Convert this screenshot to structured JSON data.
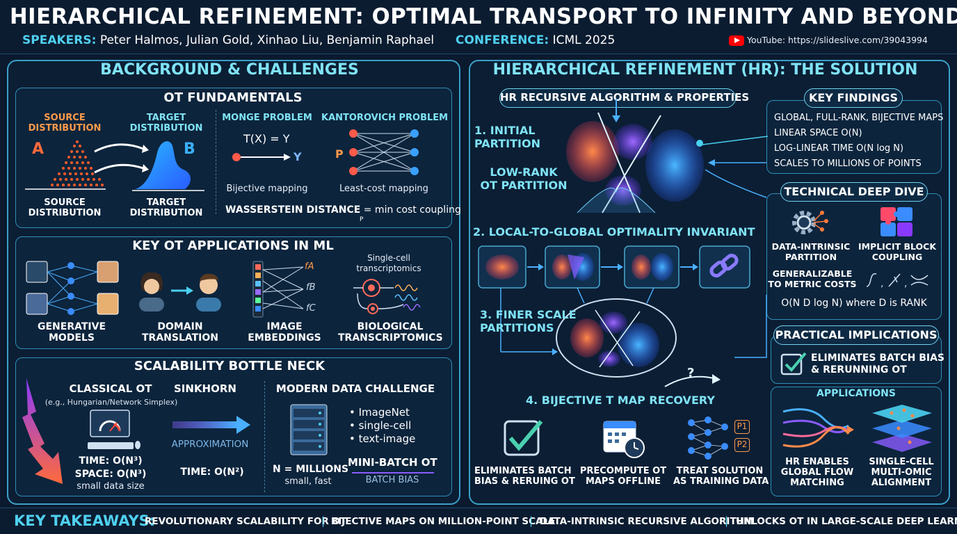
{
  "header": {
    "title": "HIERARCHICAL REFINEMENT: OPTIMAL TRANSPORT TO INFINITY AND BEYOND",
    "speakers_label": "SPEAKERS:",
    "speakers": "Peter Halmos, Julian Gold, Xinhao Liu, Benjamin Raphael",
    "conference_label": "CONFERENCE:",
    "conference": "ICML 2025",
    "youtube": "YouTube: https://slideslive.com/39043994"
  },
  "left": {
    "title": "BACKGROUND & CHALLENGES",
    "ot": {
      "title": "OT FUNDAMENTALS",
      "source_top": "SOURCE\nDISTRIBUTION",
      "target_top": "TARGET\nDISTRIBUTION",
      "source_bottom": "SOURCE\nDISTRIBUTION",
      "target_bottom": "TARGET\nDISTRIBUTION",
      "a": "A",
      "b": "B",
      "monge_title": "MONGE PROBLEM",
      "monge_eq": "T(X) = Y",
      "monge_y": "Y",
      "monge_caption": "Bijective mapping",
      "kant_title": "KANTOROVICH PROBLEM",
      "kant_p": "P",
      "kant_caption": "Least-cost mapping",
      "wasserstein_label": "WASSERSTEIN DISTANCE",
      "wasserstein_eq": "= min cost coupling",
      "wasserstein_sub": "P"
    },
    "apps": {
      "title": "KEY OT APPLICATIONS IN ML",
      "generative": "GENERATIVE\nMODELS",
      "domain": "DOMAIN\nTRANSLATION",
      "image": "IMAGE\nEMBEDDINGS",
      "bio": "BIOLOGICAL\nTRANSCRIPTOMICS",
      "singlecell": "Single-cell\ntranscriptomics",
      "fa": "fA",
      "fb": "fB",
      "fc": "fC"
    },
    "scal": {
      "title": "SCALABILITY BOTTLE NECK",
      "classical": "CLASSICAL OT",
      "classical_sub": "(e.g., Hungarian/Network Simplex)",
      "classical_time": "TIME: O(N³)",
      "classical_space": "SPACE: O(N³)",
      "classical_size": "small data size",
      "sinkhorn": "SINKHORN",
      "approx": "APPROXIMATION",
      "sinkhorn_time": "TIME: O(N²)",
      "modern": "MODERN DATA CHALLENGE",
      "bullets": [
        "• ImageNet",
        "• single-cell",
        "• text-image"
      ],
      "n": "N = MILLIONS",
      "n_sub": "small, fast",
      "minibatch": "MINI-BATCH OT",
      "batchbias": "BATCH BIAS"
    }
  },
  "right": {
    "title": "HIERARCHICAL REFINEMENT (HR): THE SOLUTION",
    "algo_title": "HR RECURSIVE ALGORITHM & PROPERTIES",
    "step1": "1. INITIAL\nPARTITION",
    "lowrank": "LOW-RANK\nOT PARTITION",
    "step2": "2. LOCAL-TO-GLOBAL OPTIMALITY INVARIANT",
    "step3": "3. FINER SCALE\nPARTITIONS",
    "step4": "4. BIJECTIVE T MAP RECOVERY",
    "question": "?",
    "bottom_icons": [
      "ELIMINATES BATCH\nBIAS & RERUING OT",
      "PRECOMPUTE OT\nMAPS OFFLINE",
      "TREAT SOLUTION\nAS TRAINING DATA"
    ],
    "p1": "P1",
    "p2": "P2",
    "findings": {
      "title": "KEY FINDINGS",
      "items": [
        "GLOBAL, FULL-RANK, BIJECTIVE MAPS",
        "LINEAR SPACE O(N)",
        "LOG-LINEAR TIME O(N log N)",
        "SCALES TO MILLIONS OF POINTS"
      ]
    },
    "deep": {
      "title": "TECHNICAL DEEP DIVE",
      "data_intrinsic": "DATA-INTRINSIC\nPARTITION",
      "implicit": "IMPLICIT BLOCK\nCOUPLING",
      "generalizable": "GENERALIZABLE\nTO METRIC COSTS",
      "complexity": "O(N D log N) where D is RANK"
    },
    "practical": {
      "title": "PRACTICAL IMPLICATIONS",
      "check_text": "ELIMINATES BATCH BIAS\n& RERUNNING OT",
      "applications": "APPLICATIONS",
      "flow": "HR ENABLES\nGLOBAL FLOW\nMATCHING",
      "omic": "SINGLE-CELL\nMULTI-OMIC\nALIGNMENT"
    }
  },
  "footer": {
    "label": "KEY TAKEAWAYS:",
    "items": [
      "REVOLUTIONARY SCALABILITY FOR OT",
      "BIJECTIVE MAPS ON MILLION-POINT SCALE",
      "DATA-INTRINSIC RECURSIVE ALGORITHM",
      "UNLOCKS OT IN LARGE-SCALE DEEP LEARNING"
    ],
    "sep": "|"
  },
  "colors": {
    "accent": "#7fe3f5",
    "orange": "#ff7a3a",
    "blue": "#3a8cff",
    "purple": "#8a5cff",
    "youtube": "#ff0000"
  }
}
